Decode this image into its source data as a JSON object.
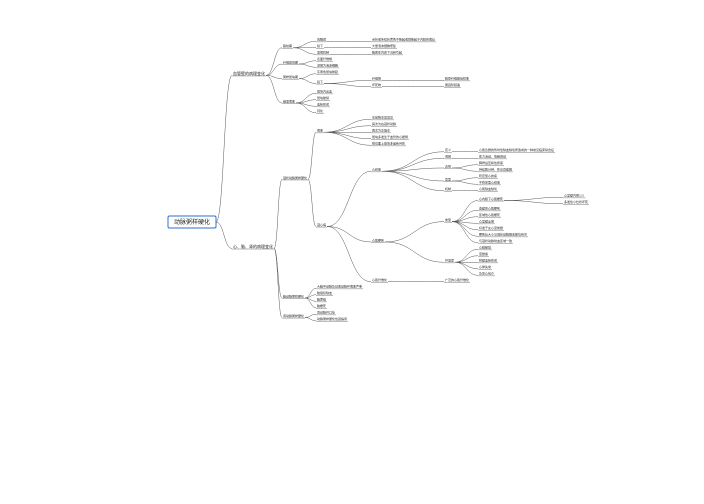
{
  "root": {
    "label": "动脉粥样硬化",
    "children": [
      {
        "label": "血管壁的病理变化",
        "children": [
          {
            "label": "脂纹期",
            "children": [
              {
                "label": "肉眼观",
                "children": [
                  {
                    "label": "点状或条纹状黄色不隆起或微隆起于内膜的病灶"
                  }
                ]
              },
              {
                "label": "镜下",
                "children": [
                  {
                    "label": "大量泡沫细胞聚集"
                  }
                ]
              },
              {
                "label": "发病机制",
                "children": [
                  {
                    "label": "脂质在内皮下沉积引起"
                  }
                ]
              }
            ]
          },
          {
            "label": "纤维斑块期",
            "children": [
              {
                "label": "表面纤维帽"
              },
              {
                "label": "深层为泡沫细胞"
              }
            ]
          },
          {
            "label": "粥样斑块期",
            "children": [
              {
                "label": "灰黄色斑块隆起"
              },
              {
                "label": "镜下",
                "children": [
                  {
                    "label": "纤维帽",
                    "children": [
                      {
                        "label": "胶原纤维玻璃样变"
                      }
                    ]
                  },
                  {
                    "label": "坏死物",
                    "children": [
                      {
                        "label": "胆固醇结晶"
                      }
                    ]
                  }
                ]
              }
            ]
          },
          {
            "label": "继发病变",
            "children": [
              {
                "label": "斑块内出血"
              },
              {
                "label": "斑块破裂"
              },
              {
                "label": "血栓形成"
              },
              {
                "label": "钙化"
              }
            ]
          }
        ]
      },
      {
        "label": "心、脑、肾的病理变化",
        "children": [
          {
            "label": "冠状动脉粥样硬化",
            "children": [
              {
                "label": "病变",
                "children": [
                  {
                    "label": "左前降支最常见"
                  },
                  {
                    "label": "其次为右冠状动脉"
                  },
                  {
                    "label": "再次为左旋支"
                  },
                  {
                    "label": "斑块多发生于血管的心壁侧"
                  },
                  {
                    "label": "横切面上斑块多呈新月形"
                  }
                ]
              },
              {
                "label": "冠心病",
                "children": [
                  {
                    "label": "心绞痛",
                    "children": [
                      {
                        "label": "定义",
                        "children": [
                          {
                            "label": "心肌急剧的暂时性缺血缺氧所造成的一种常见临床综合征"
                          }
                        ]
                      },
                      {
                        "label": "诱因",
                        "children": [
                          {
                            "label": "体力活动、情绪激动"
                          }
                        ]
                      },
                      {
                        "label": "表现",
                        "children": [
                          {
                            "label": "胸骨后压榨性疼痛"
                          },
                          {
                            "label": "持续数分钟，休息后缓解"
                          }
                        ]
                      },
                      {
                        "label": "类型",
                        "children": [
                          {
                            "label": "稳定型心绞痛"
                          },
                          {
                            "label": "不稳定型心绞痛"
                          }
                        ]
                      },
                      {
                        "label": "机制",
                        "children": [
                          {
                            "label": "心肌缺血缺氧"
                          }
                        ]
                      }
                    ]
                  },
                  {
                    "label": "心肌梗死",
                    "children": [
                      {
                        "label": "类型",
                        "children": [
                          {
                            "label": "心内膜下心肌梗死",
                            "children": [
                              {
                                "label": "心室壁内侧1/3"
                              },
                              {
                                "label": "多发性小灶状坏死"
                              }
                            ]
                          },
                          {
                            "label": "透壁性心肌梗死"
                          },
                          {
                            "label": "区域性心肌梗死"
                          },
                          {
                            "label": "心室壁全层"
                          },
                          {
                            "label": "好发于左心室前壁"
                          },
                          {
                            "label": "梗死灶大小与冠状动脉阻塞部位有关"
                          },
                          {
                            "label": "与冠状动脉供血区域一致"
                          }
                        ]
                      },
                      {
                        "label": "并发症",
                        "children": [
                          {
                            "label": "心脏破裂"
                          },
                          {
                            "label": "室壁瘤"
                          },
                          {
                            "label": "附壁血栓形成"
                          },
                          {
                            "label": "心律失常"
                          },
                          {
                            "label": "急性心包炎"
                          }
                        ]
                      }
                    ]
                  },
                  {
                    "label": "心肌纤维化",
                    "children": [
                      {
                        "label": "广泛的心肌纤维化"
                      }
                    ]
                  }
                ]
              }
            ]
          },
          {
            "label": "脑动脉粥样硬化",
            "children": [
              {
                "label": "大脑中动脉及基底动脉环病变严重"
              },
              {
                "label": "脑组织缺血"
              },
              {
                "label": "脑萎缩"
              },
              {
                "label": "脑梗死"
              }
            ]
          },
          {
            "label": "肾动脉粥样硬化",
            "children": [
              {
                "label": "肾动脉开口处"
              },
              {
                "label": "动脉粥样硬化性固缩肾"
              }
            ]
          }
        ]
      }
    ]
  }
}
